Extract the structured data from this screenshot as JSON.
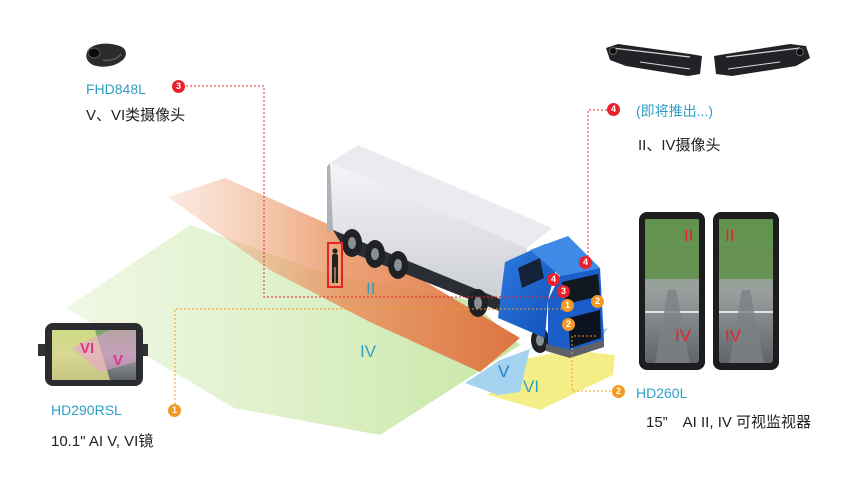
{
  "colors": {
    "zone_ii": "#e07b4a",
    "zone_iv": "#cfe9b0",
    "zone_v": "#9fd1f0",
    "zone_vi": "#f5f08a",
    "badge_red": "#e8212c",
    "badge_orange": "#f39a26",
    "model_text": "#2f9fc3",
    "leader_red": "#e8212c",
    "leader_orange": "#f39a26"
  },
  "products": {
    "fhd848l": {
      "model": "FHD848L",
      "desc": "V、VI类摄像头",
      "badge": "3"
    },
    "upcoming": {
      "note": "(即将推出...)",
      "desc": "II、IV摄像头",
      "badge": "4"
    },
    "hd260l": {
      "model": "HD260L",
      "desc": "15”　AI II, IV 可视监视器",
      "badge": "2"
    },
    "hd290rsl": {
      "model": "HD290RSL",
      "desc": "10.1\" AI V, VI镜",
      "badge": "1"
    }
  },
  "zones": {
    "ii": "II",
    "iv": "IV",
    "v": "V",
    "vi": "VI"
  },
  "truck_badges": [
    "4",
    "4",
    "3",
    "1",
    "2",
    "2"
  ],
  "monitor_labels": {
    "left_top": "II",
    "left_bottom": "IV",
    "right_top": "II",
    "right_bottom": "IV"
  },
  "mirror_labels": {
    "vi": "VI",
    "v": "V"
  }
}
